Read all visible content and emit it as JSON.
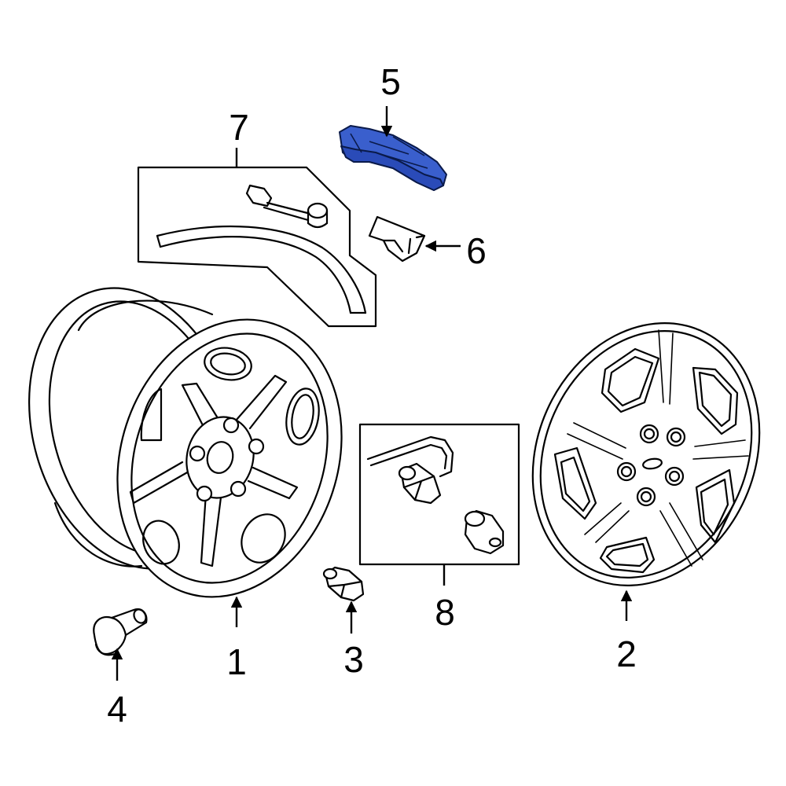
{
  "diagram": {
    "colors": {
      "line": "#000000",
      "background": "#ffffff",
      "highlight": "#3a5fcd",
      "highlight_dark": "#1c3aa0"
    },
    "highlighted_part": "5",
    "callouts": [
      {
        "id": "1",
        "label": "1",
        "part": "wheel"
      },
      {
        "id": "2",
        "label": "2",
        "part": "wheel-cover"
      },
      {
        "id": "3",
        "label": "3",
        "part": "lug-nut"
      },
      {
        "id": "4",
        "label": "4",
        "part": "valve-stem"
      },
      {
        "id": "5",
        "label": "5",
        "part": "tire-pressure-sensor"
      },
      {
        "id": "6",
        "label": "6",
        "part": "sensor-bracket"
      },
      {
        "id": "7",
        "label": "7",
        "part": "sensor-kit"
      },
      {
        "id": "8",
        "label": "8",
        "part": "lock-kit"
      }
    ]
  }
}
